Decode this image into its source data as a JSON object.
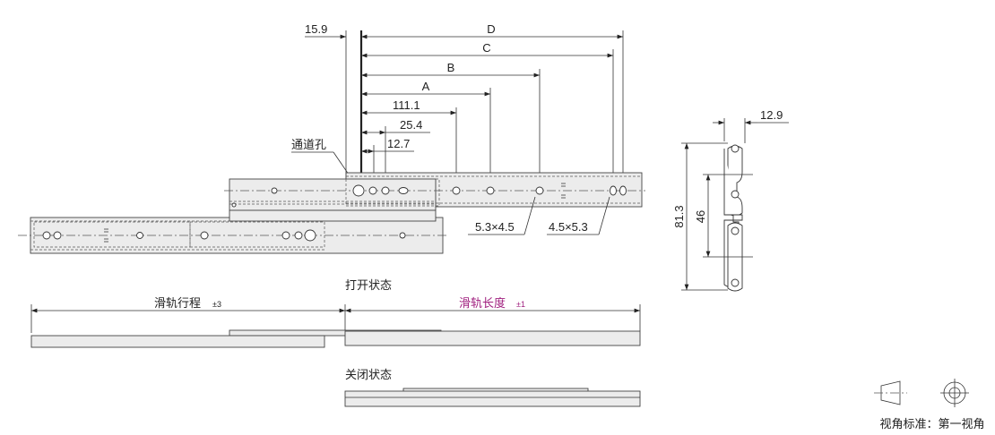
{
  "dimensions": {
    "d": "D",
    "c": "C",
    "b": "B",
    "a": "A",
    "d111": "111.1",
    "d254": "25.4",
    "d127": "12.7",
    "d159": "15.9",
    "through_hole": "通道孔",
    "slot1": "5.3×4.5",
    "slot2": "4.5×5.3",
    "height": "81.3",
    "pitch": "46",
    "width": "12.9"
  },
  "open_state": {
    "title": "打开状态",
    "travel_label": "滑轨行程",
    "travel_tol": "±3",
    "length_label": "滑轨长度",
    "length_tol": "±1"
  },
  "closed_state": {
    "title": "关闭状态"
  },
  "projection": {
    "label": "视角标准：第一视角"
  },
  "colors": {
    "length_label": "#a0207f"
  }
}
